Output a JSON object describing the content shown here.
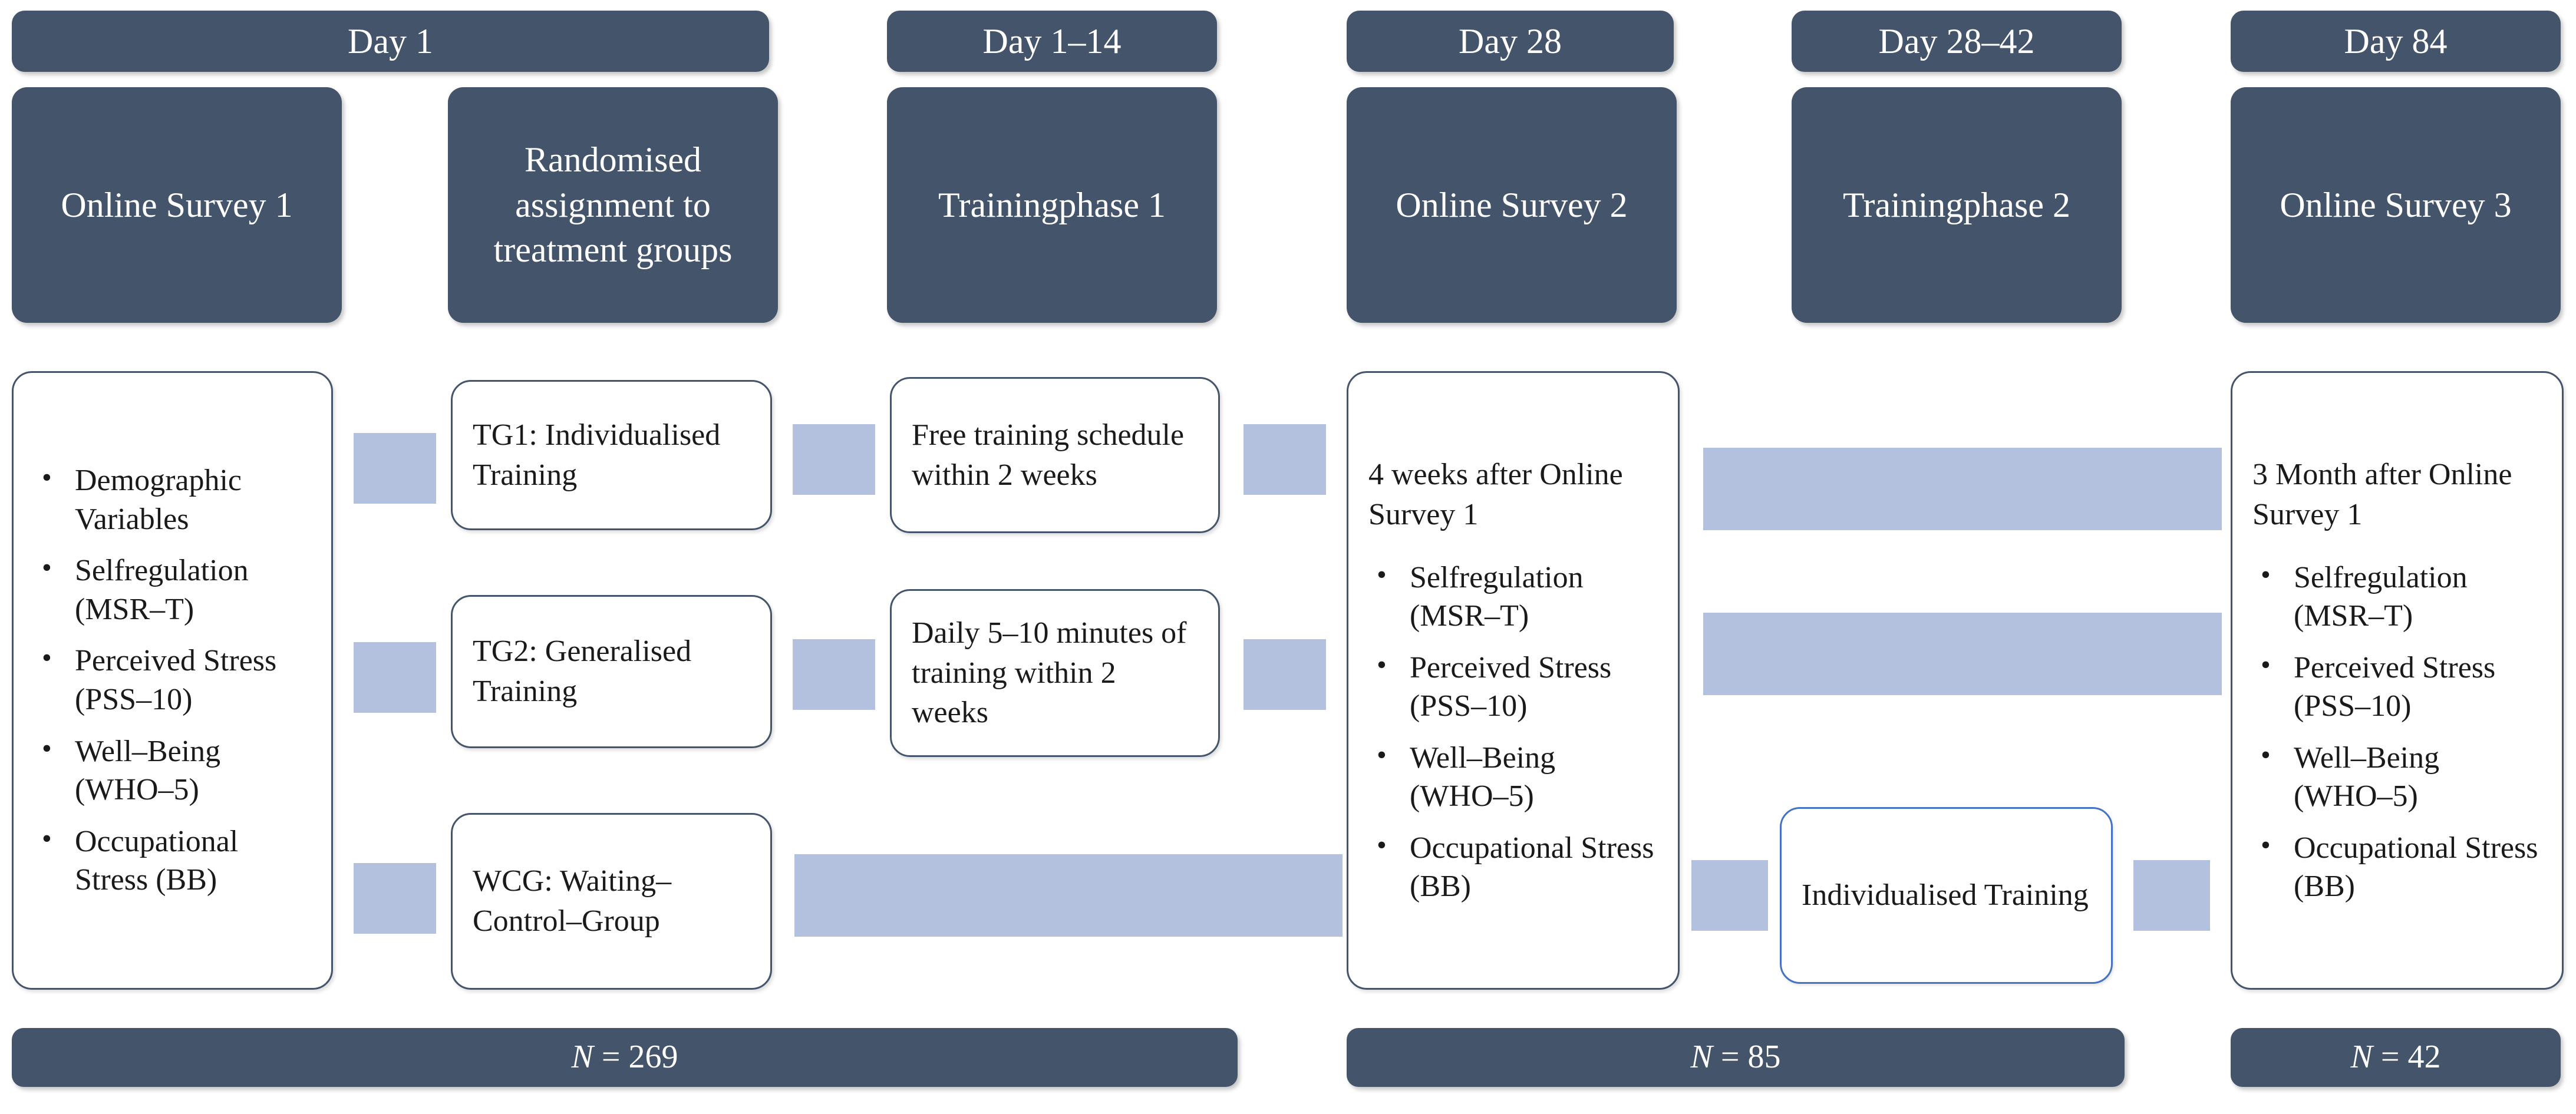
{
  "figure": {
    "title": "Study design flowchart",
    "colors": {
      "box_fill_dark": "#44546a",
      "box_border_dark": "#44546a",
      "box_border_blue": "#4472c4",
      "arrow_fill": "#b4c1de",
      "page_background": "#ffffff",
      "dark_box_text": "#ffffff"
    }
  },
  "timeline_headers": [
    {
      "label": "Day 1"
    },
    {
      "label": "Day 1–14"
    },
    {
      "label": "Day 28"
    },
    {
      "label": "Day 28–42"
    },
    {
      "label": "Day 84"
    }
  ],
  "phase_boxes": [
    {
      "label": "Online Survey 1"
    },
    {
      "label": "Randomised assignment to treatment groups"
    },
    {
      "label": "Trainingphase 1"
    },
    {
      "label": "Online Survey 2"
    },
    {
      "label": "Trainingphase 2"
    },
    {
      "label": "Online Survey 3"
    }
  ],
  "baseline_measures": {
    "bullet_char": "•",
    "items": [
      "Demographic Variables",
      "Selfregulation (MSR–T)",
      "Perceived Stress (PSS–10)",
      "Well–Being (WHO–5)",
      "Occupational Stress (BB)"
    ]
  },
  "groups": [
    {
      "label": "TG1: Individualised Training"
    },
    {
      "label": "TG2: Generalised Training"
    },
    {
      "label": "WCG: Waiting–Control–Group"
    }
  ],
  "training_schedules": [
    {
      "label": "Free training schedule within 2 weeks"
    },
    {
      "label": "Daily 5–10 minutes of training within 2 weeks"
    }
  ],
  "followups": [
    {
      "heading": "4 weeks after Online Survey 1",
      "bullet_char": "•",
      "items": [
        "Selfregulation (MSR–T)",
        "Perceived Stress (PSS–10)",
        "Well–Being (WHO–5)",
        "Occupational Stress (BB)"
      ]
    },
    {
      "heading": "3 Month after Online Survey 1",
      "bullet_char": "•",
      "items": [
        "Selfregulation (MSR–T)",
        "Perceived Stress (PSS–10)",
        "Well–Being (WHO–5)",
        "Occupational Stress (BB)"
      ]
    }
  ],
  "crossover_box": {
    "label": "Individualised Training"
  },
  "sample_sizes": [
    {
      "n_symbol": "N",
      "equals_value": " = 269"
    },
    {
      "n_symbol": "N",
      "equals_value": " = 85"
    },
    {
      "n_symbol": "N",
      "equals_value": " = 42"
    }
  ]
}
